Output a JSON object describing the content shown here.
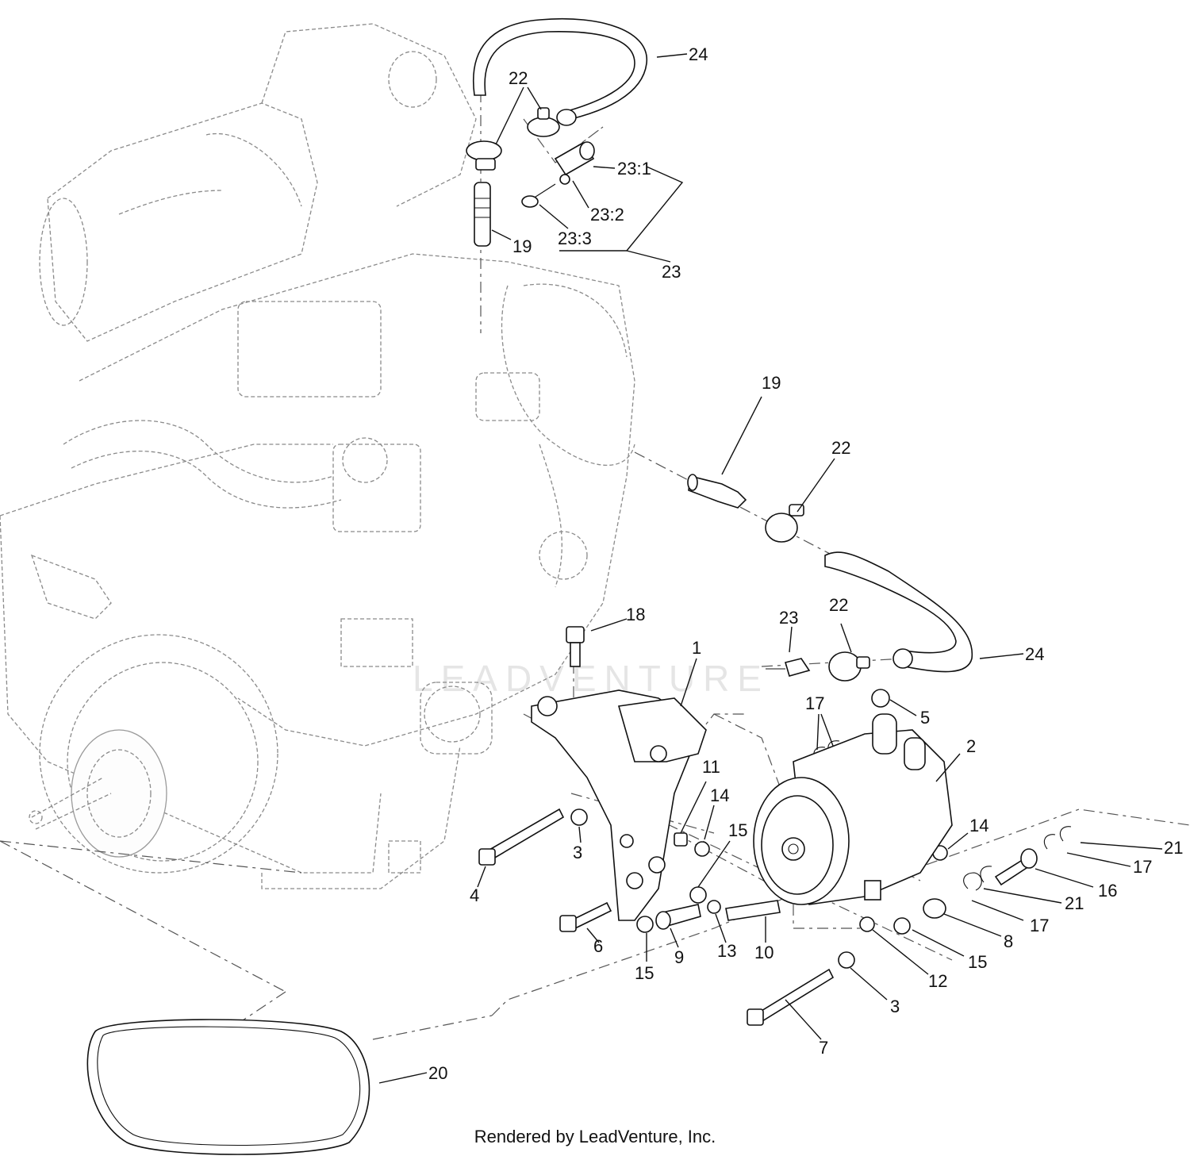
{
  "footer": {
    "credit": "Rendered by LeadVenture, Inc."
  },
  "watermark": {
    "text": "LEADVENTURE"
  },
  "callouts": [
    {
      "id": "c24a",
      "label": "24"
    },
    {
      "id": "c22a",
      "label": "22"
    },
    {
      "id": "c23-1",
      "label": "23:1"
    },
    {
      "id": "c23-2",
      "label": "23:2"
    },
    {
      "id": "c23-3",
      "label": "23:3"
    },
    {
      "id": "c19a",
      "label": "19"
    },
    {
      "id": "c23a",
      "label": "23"
    },
    {
      "id": "c19b",
      "label": "19"
    },
    {
      "id": "c22b",
      "label": "22"
    },
    {
      "id": "c18",
      "label": "18"
    },
    {
      "id": "c23b",
      "label": "23"
    },
    {
      "id": "c22c",
      "label": "22"
    },
    {
      "id": "c24b",
      "label": "24"
    },
    {
      "id": "c1",
      "label": "1"
    },
    {
      "id": "c17a",
      "label": "17"
    },
    {
      "id": "c5",
      "label": "5"
    },
    {
      "id": "c2",
      "label": "2"
    },
    {
      "id": "c11",
      "label": "11"
    },
    {
      "id": "c14a",
      "label": "14"
    },
    {
      "id": "c15a",
      "label": "15"
    },
    {
      "id": "c14b",
      "label": "14"
    },
    {
      "id": "c3a",
      "label": "3"
    },
    {
      "id": "c4",
      "label": "4"
    },
    {
      "id": "c21a",
      "label": "21"
    },
    {
      "id": "c17b",
      "label": "17"
    },
    {
      "id": "c16",
      "label": "16"
    },
    {
      "id": "c21b",
      "label": "21"
    },
    {
      "id": "c17c",
      "label": "17"
    },
    {
      "id": "c8",
      "label": "8"
    },
    {
      "id": "c15b",
      "label": "15"
    },
    {
      "id": "c6",
      "label": "6"
    },
    {
      "id": "c9",
      "label": "9"
    },
    {
      "id": "c13",
      "label": "13"
    },
    {
      "id": "c10",
      "label": "10"
    },
    {
      "id": "c15c",
      "label": "15"
    },
    {
      "id": "c12",
      "label": "12"
    },
    {
      "id": "c3b",
      "label": "3"
    },
    {
      "id": "c7",
      "label": "7"
    },
    {
      "id": "c20",
      "label": "20"
    }
  ]
}
